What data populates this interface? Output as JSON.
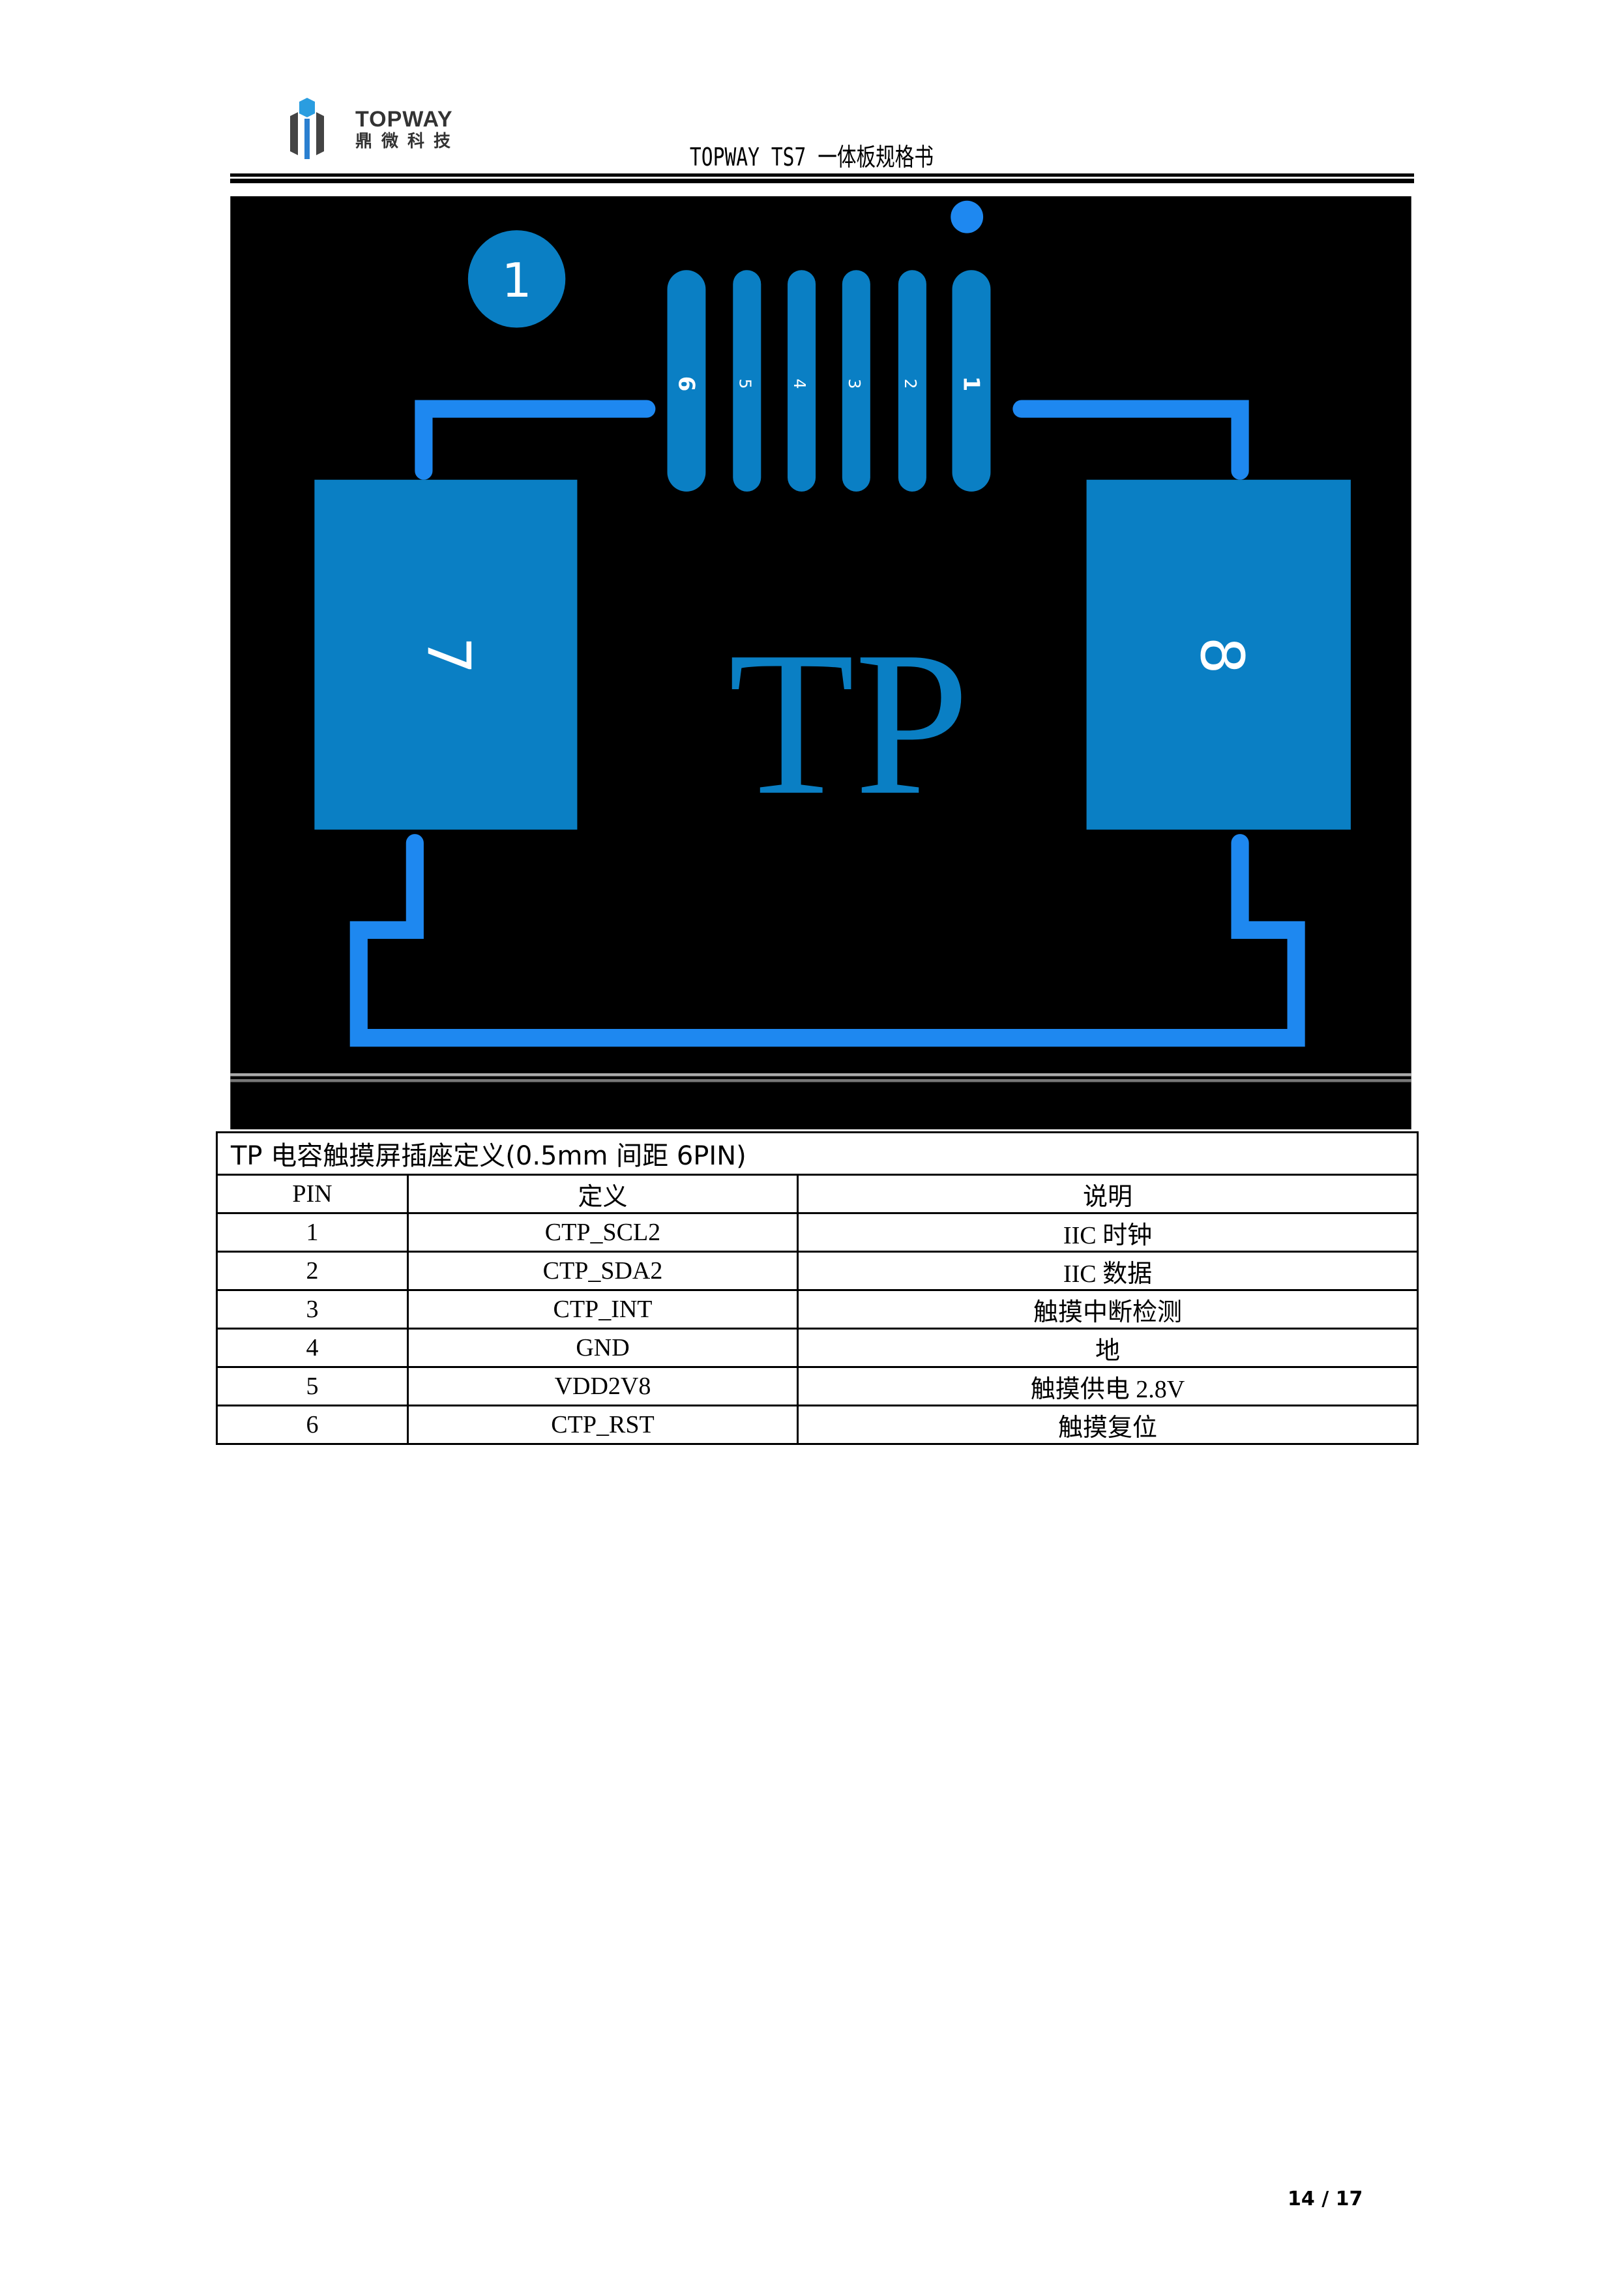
{
  "header": {
    "logo_text": "TOPWAY",
    "logo_subtext": "鼎微科技",
    "title": "TOPWAY TS7 一体板规格书"
  },
  "diagram": {
    "orientation_marker": "1",
    "pin_labels": [
      "6",
      "5",
      "4",
      "3",
      "2",
      "1"
    ],
    "pad_left_label": "7",
    "pad_right_label": "8",
    "center_label": "TP",
    "colors": {
      "background": "#000000",
      "pad": "#0A7FC4",
      "trace": "#1E88F0"
    }
  },
  "table": {
    "caption": "TP 电容触摸屏插座定义(0.5mm 间距 6PIN)",
    "headers": [
      "PIN",
      "定义",
      "说明"
    ],
    "rows": [
      [
        "1",
        "CTP_SCL2",
        "IIC 时钟"
      ],
      [
        "2",
        "CTP_SDA2",
        "IIC 数据"
      ],
      [
        "3",
        "CTP_INT",
        "触摸中断检测"
      ],
      [
        "4",
        "GND",
        "地"
      ],
      [
        "5",
        "VDD2V8",
        "触摸供电 2.8V"
      ],
      [
        "6",
        "CTP_RST",
        "触摸复位"
      ]
    ]
  },
  "footer": {
    "page": "14 / 17"
  }
}
